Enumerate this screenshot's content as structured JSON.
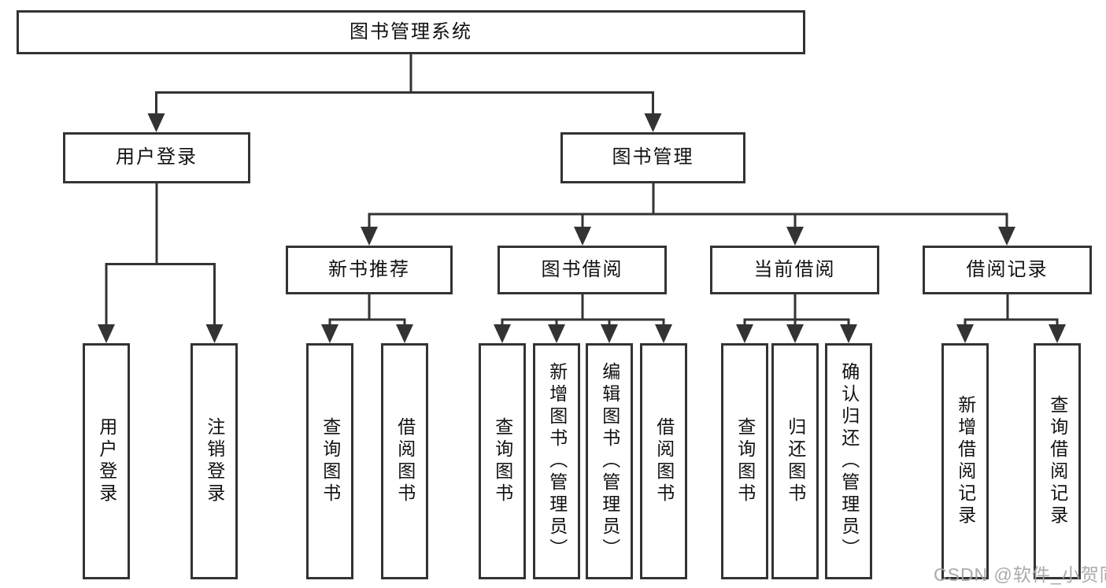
{
  "diagram": {
    "root": {
      "label": "图书管理系统"
    },
    "level2": [
      {
        "label": "用户登录"
      },
      {
        "label": "图书管理"
      }
    ],
    "level3": [
      {
        "label": "新书推荐"
      },
      {
        "label": "图书借阅"
      },
      {
        "label": "当前借阅"
      },
      {
        "label": "借阅记录"
      }
    ],
    "leaves": {
      "user_login": [
        {
          "label": "用户登录"
        },
        {
          "label": "注销登录"
        }
      ],
      "recommend": [
        {
          "label": "查询图书"
        },
        {
          "label": "借阅图书"
        }
      ],
      "borrow": [
        {
          "label": "查询图书"
        },
        {
          "label": "新增图书（管理员）"
        },
        {
          "label": "编辑图书（管理员）"
        },
        {
          "label": "借阅图书"
        }
      ],
      "current": [
        {
          "label": "查询图书"
        },
        {
          "label": "归还图书"
        },
        {
          "label": "确认归还（管理员）"
        }
      ],
      "records": [
        {
          "label": "新增借阅记录"
        },
        {
          "label": "查询借阅记录"
        }
      ]
    },
    "watermark": "CSDN @软件_小贺同学"
  },
  "colors": {
    "line": "#333333",
    "text": "#111111",
    "background": "#ffffff",
    "watermark": "#aaaaaa"
  }
}
